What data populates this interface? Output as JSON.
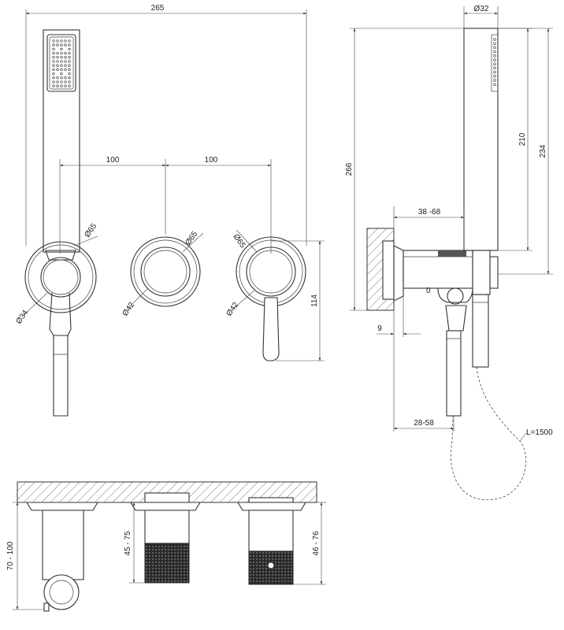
{
  "dimensions": {
    "overall_width": "265",
    "spacing_left": "100",
    "spacing_right": "100",
    "height_plate": "114",
    "dia_outlet_plate": "Ø65",
    "dia_outlet_nut": "Ø34",
    "dia_knob_plate": "Ø65",
    "dia_knob": "Ø42",
    "dia_lever_plate": "Ø65",
    "dia_lever": "Ø42",
    "side_dia_handle": "Ø32",
    "side_height_total": "266",
    "side_height_handle": "210",
    "side_height_234": "234",
    "side_depth_outlet": "38 -68",
    "side_wall_9": "9",
    "side_depth_28": "28-58",
    "side_hose_length": "L=1500",
    "bottom_depth_left": "70 - 100",
    "bottom_depth_mid": "45 - 75",
    "bottom_depth_right": "46 - 76",
    "side_small_label": "0"
  }
}
